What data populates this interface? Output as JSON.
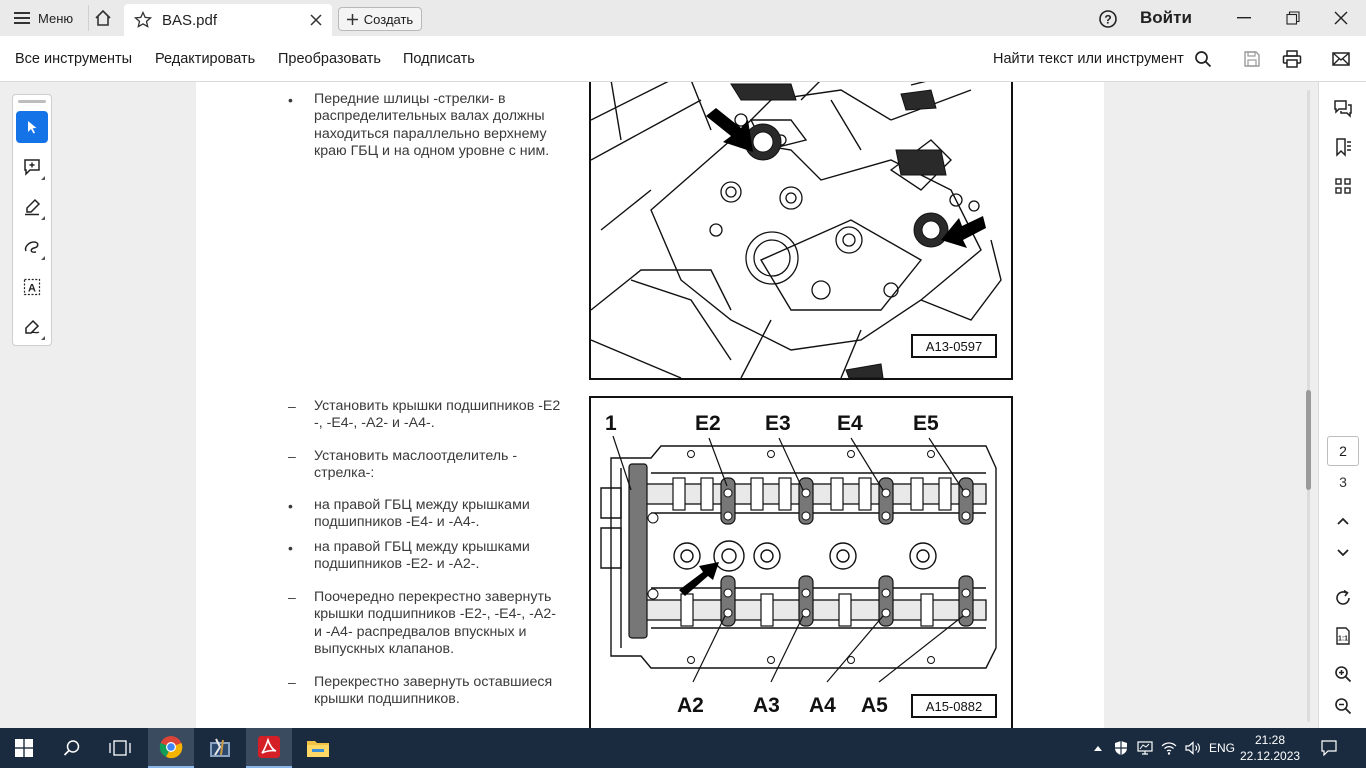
{
  "titlebar": {
    "menu_label": "Меню",
    "tab_title": "BAS.pdf",
    "create_label": "Создать",
    "signin_label": "Войти"
  },
  "toolbar": {
    "items": [
      "Все инструменты",
      "Редактировать",
      "Преобразовать",
      "Подписать"
    ],
    "find_label": "Найти текст или инструмент"
  },
  "document": {
    "block1": {
      "lines": [
        "Передние шлицы -стрелки- в",
        "распределительных валах должны",
        "находиться параллельно верхнему",
        "краю ГБЦ и на одном уровне с ним."
      ]
    },
    "fig1_label": "A13-0597",
    "block2": {
      "lines": [
        "Установить крышки подшипников -E2",
        "-, -E4-, -A2- и -A4-."
      ]
    },
    "block3": {
      "lines": [
        "Установить маслоотделитель -",
        "стрелка-:"
      ]
    },
    "block4": {
      "lines": [
        "на правой ГБЦ между крышками",
        "подшипников -E4- и -A4-."
      ]
    },
    "block5": {
      "lines": [
        "на правой ГБЦ между крышками",
        "подшипников -E2- и -A2-."
      ]
    },
    "block6": {
      "lines": [
        "Поочередно перекрестно завернуть",
        "крышки подшипников -E2-, -E4-, -A2-",
        "и -A4- распредвалов впускных и",
        "выпускных клапанов."
      ]
    },
    "block7": {
      "lines": [
        "Перекрестно завернуть оставшиеся",
        "крышки подшипников."
      ]
    },
    "fig2": {
      "label": "A15-0882",
      "callout_1": "1",
      "top_labels": [
        "E2",
        "E3",
        "E4",
        "E5"
      ],
      "bottom_labels": [
        "A2",
        "A3",
        "A4",
        "A5"
      ]
    },
    "bullet_dot": "•",
    "bullet_dash": "–"
  },
  "navigation": {
    "current_page": "2",
    "total_pages": "3"
  },
  "taskbar": {
    "language": "ENG",
    "time": "21:28",
    "date": "22.12.2023"
  }
}
